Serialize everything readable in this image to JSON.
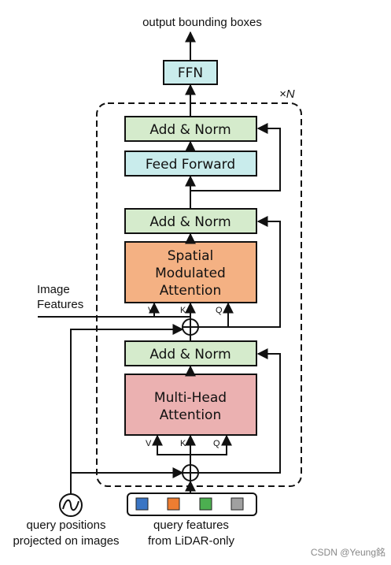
{
  "top_label": "output bounding boxes",
  "repeat_label": "×N",
  "blocks": {
    "ffn": "FFN",
    "add_norm_top": "Add & Norm",
    "feed_forward": "Feed Forward",
    "add_norm_mid": "Add & Norm",
    "spatial_attention": [
      "Spatial",
      "Modulated",
      "Attention"
    ],
    "add_norm_low": "Add & Norm",
    "multi_head_attention": [
      "Multi-Head",
      "Attention"
    ]
  },
  "ports": {
    "v_upper": "V",
    "k_upper": "K",
    "q_upper": "Q",
    "v_lower": "V",
    "k_lower": "K",
    "q_lower": "Q"
  },
  "image_features": [
    "Image",
    "Features"
  ],
  "query_positions": [
    "query positions",
    "projected on images"
  ],
  "query_features": [
    "query features",
    "from LiDAR-only"
  ],
  "feature_swatches": [
    "#3a75c4",
    "#ed7d31",
    "#4caf50",
    "#a0a0a0"
  ],
  "colors": {
    "ffn_fill": "#c9ecec",
    "add_norm_fill": "#d5ebcc",
    "feed_forward_fill": "#c9ecec",
    "spatial_fill": "#f4b183",
    "multi_head_fill": "#ebb1b1"
  },
  "watermark": "CSDN @Yeung銘"
}
